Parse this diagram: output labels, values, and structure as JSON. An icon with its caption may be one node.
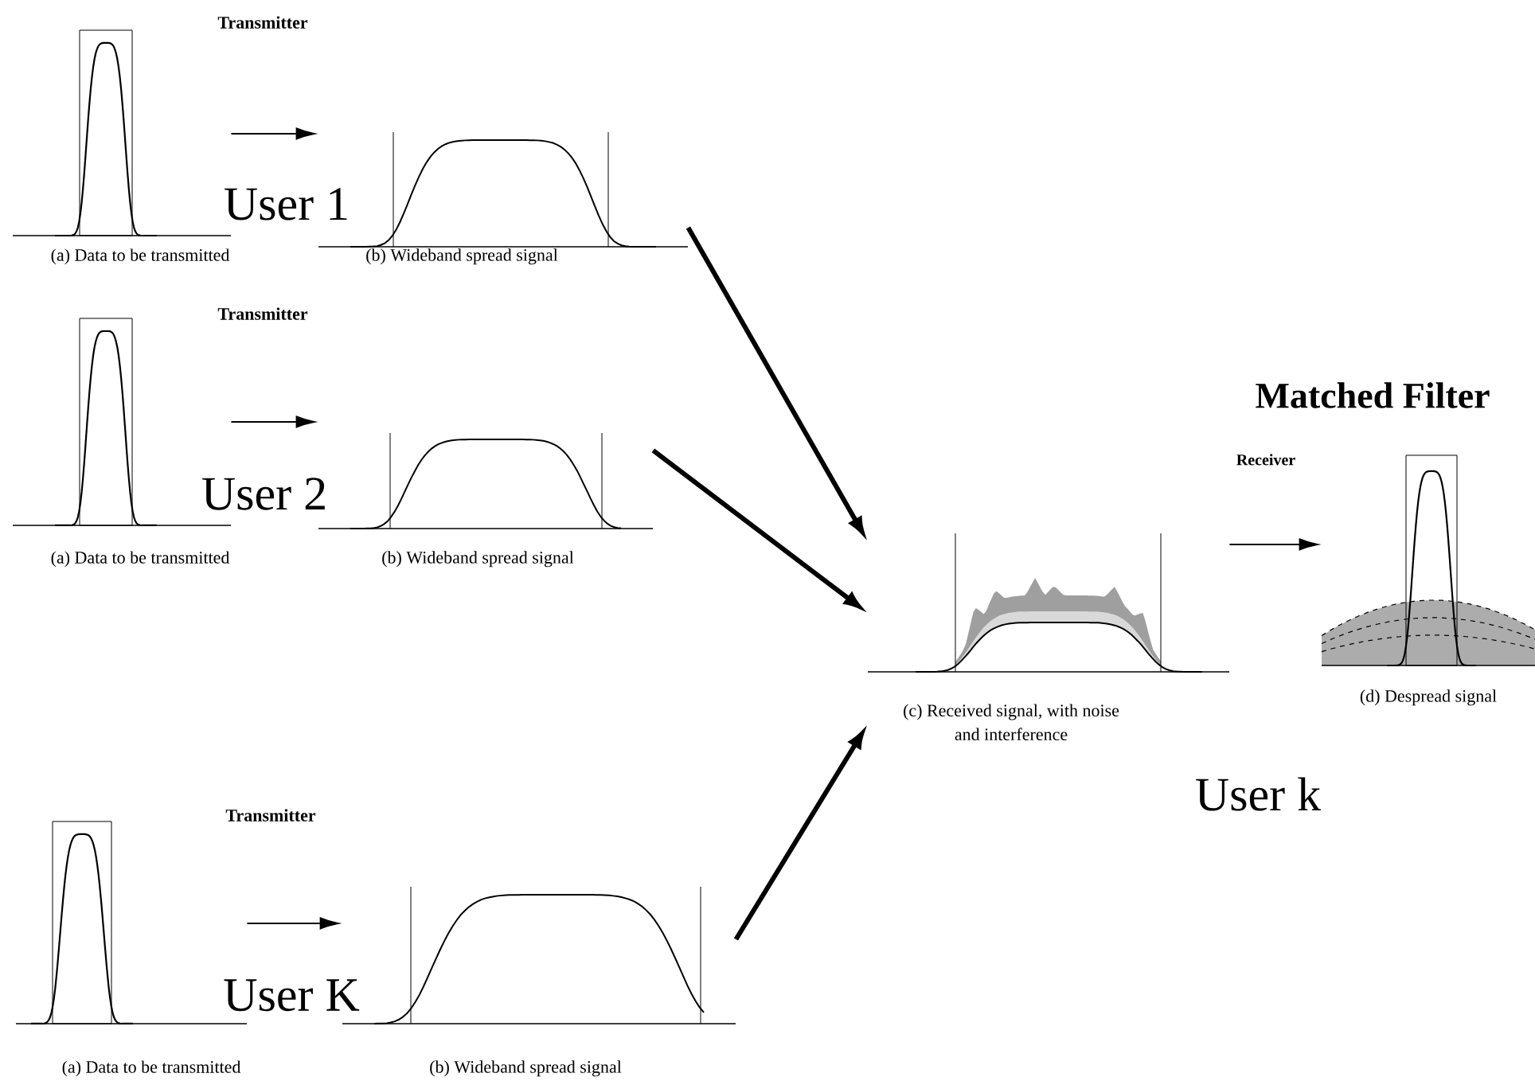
{
  "diagram": {
    "nodes": [
      {
        "text": [
          "(a) Data to be transmitted"
        ]
      },
      {
        "text": [
          "(b) Wideband spread signal"
        ]
      },
      {
        "text": [
          "(a) Data to be transmitted"
        ]
      },
      {
        "text": [
          "(b) Wideband spread signal"
        ]
      },
      {
        "text": [
          "(a) Data to be transmitted"
        ]
      },
      {
        "text": [
          "(b) Wideband spread signal"
        ]
      },
      {
        "text": [
          "(c) Received signal, with noise and interference"
        ]
      },
      {
        "text": [
          "(d) Despread signal"
        ]
      }
    ],
    "edges": [
      {
        "from": 0,
        "to": 1,
        "arrow": "to"
      },
      {
        "from": 1,
        "to": 6,
        "arrow": "to",
        "style": "thick"
      },
      {
        "from": 2,
        "to": 3,
        "arrow": "to"
      },
      {
        "from": 3,
        "to": 6,
        "arrow": "to",
        "style": "thick"
      },
      {
        "from": 4,
        "to": 5,
        "arrow": "to"
      },
      {
        "from": 5,
        "to": 6,
        "arrow": "to",
        "style": "thick"
      },
      {
        "from": 6,
        "to": 7,
        "arrow": "to"
      }
    ],
    "labels": [
      "Transmitter",
      "User 1",
      "Transmitter",
      "User 2",
      "Matched Filter",
      "Receiver",
      "User k",
      "Transmitter",
      "User K"
    ]
  }
}
